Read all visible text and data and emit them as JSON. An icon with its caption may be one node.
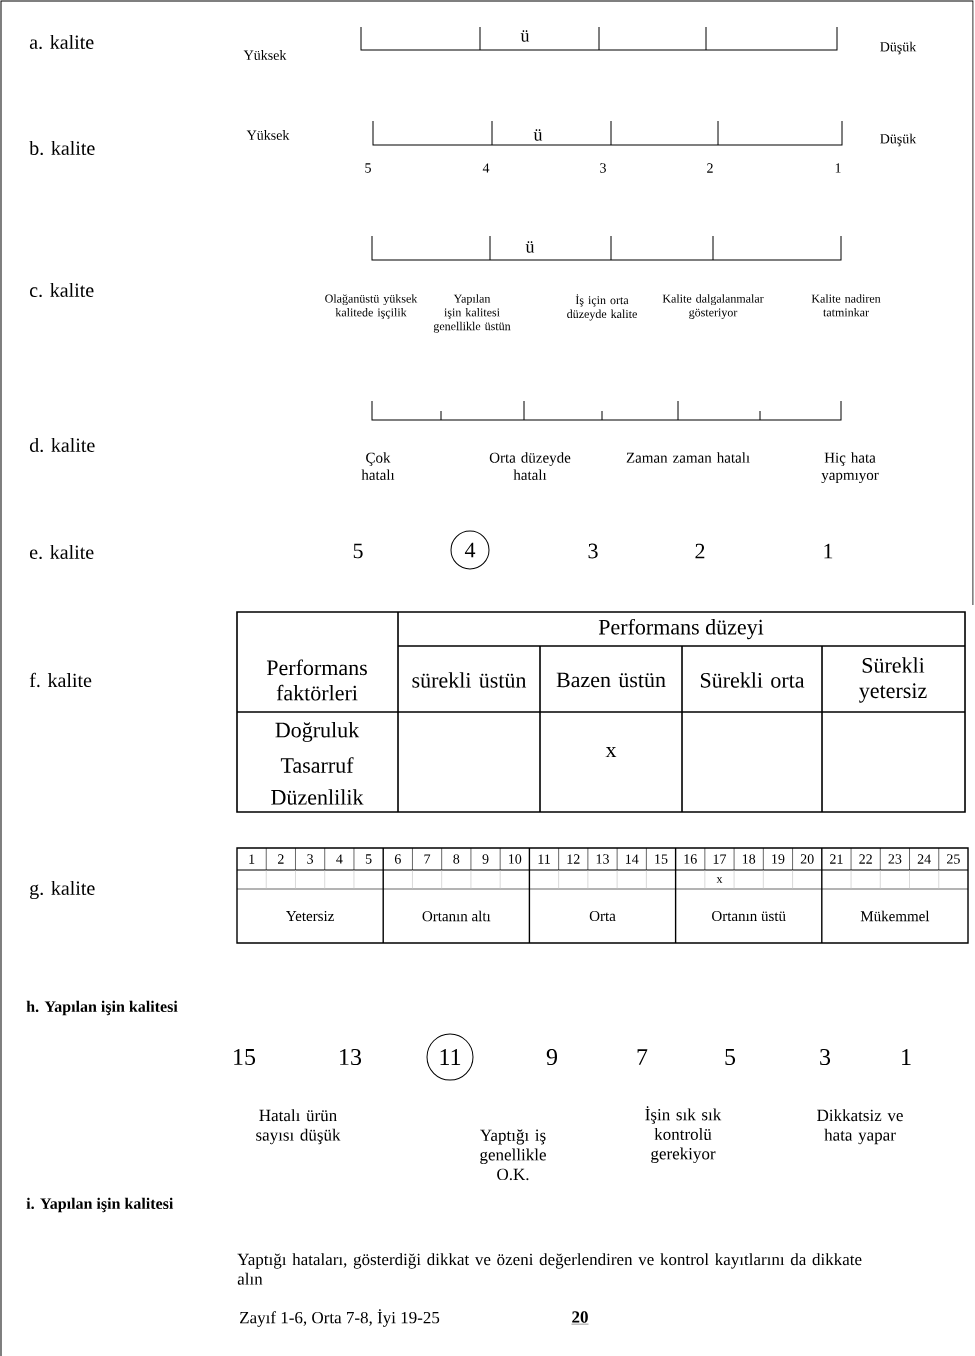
{
  "diagram": {
    "nodes": [
      {
        "text": [
          "4"
        ]
      },
      {
        "text": [
          "11"
        ]
      }
    ],
    "labels": [
      "a. kalite",
      "Yüksek",
      "ü",
      "Düşük",
      "b. kalite",
      "Yüksek",
      "ü",
      "Düşük",
      "5",
      "4",
      "3",
      "2",
      "1",
      "c. kalite",
      "ü",
      "Olağanüstü yüksek kalitede işçilik",
      "Yapılan işin kalitesi genellikle üstün",
      "İş için orta düzeyde kalite",
      "Kalite dalgalanmalar gösteriyor",
      "Kalite nadiren tatminkar",
      "d. kalite",
      "Çok hatalı",
      "Orta düzeyde hatalı",
      "Zaman zaman hatalı",
      "Hiç hata yapmıyor",
      "e. kalite",
      "5",
      "3",
      "2",
      "1",
      "f. kalite",
      "Performans düzeyi",
      "Performans faktörleri",
      "sürekli üstün",
      "Bazen üstün",
      "Sürekli orta",
      "Sürekli yetersiz",
      "Doğruluk",
      "Tasarruf",
      "Düzenlilik",
      "x",
      "g. kalite",
      "1",
      "2",
      "3",
      "4",
      "5",
      "6",
      "7",
      "8",
      "9",
      "10",
      "11",
      "12",
      "13",
      "14",
      "15",
      "16",
      "17",
      "18",
      "19",
      "20",
      "21",
      "22",
      "23",
      "24",
      "25",
      "x",
      "Yetersiz",
      "Ortanın altı",
      "Orta",
      "Ortanın üstü",
      "Mükemmel",
      "h. Yapılan işin kalitesi",
      "15",
      "13",
      "9",
      "7",
      "5",
      "3",
      "1",
      "Hatalı ürün sayısı düşük",
      "Yaptığı iş genellikle O.K.",
      "İşin sık sık kontrolü gerekiyor",
      "Dikkatsiz ve hata yapar",
      "i. Yapılan işin kalitesi",
      "Yaptığı hataları, gösterdiği dikkat ve özeni değerlendiren ve kontrol kayıtlarını da dikkate alın",
      "Zayıf 1-6, Orta 7-8, İyi 19-25",
      "20"
    ]
  }
}
